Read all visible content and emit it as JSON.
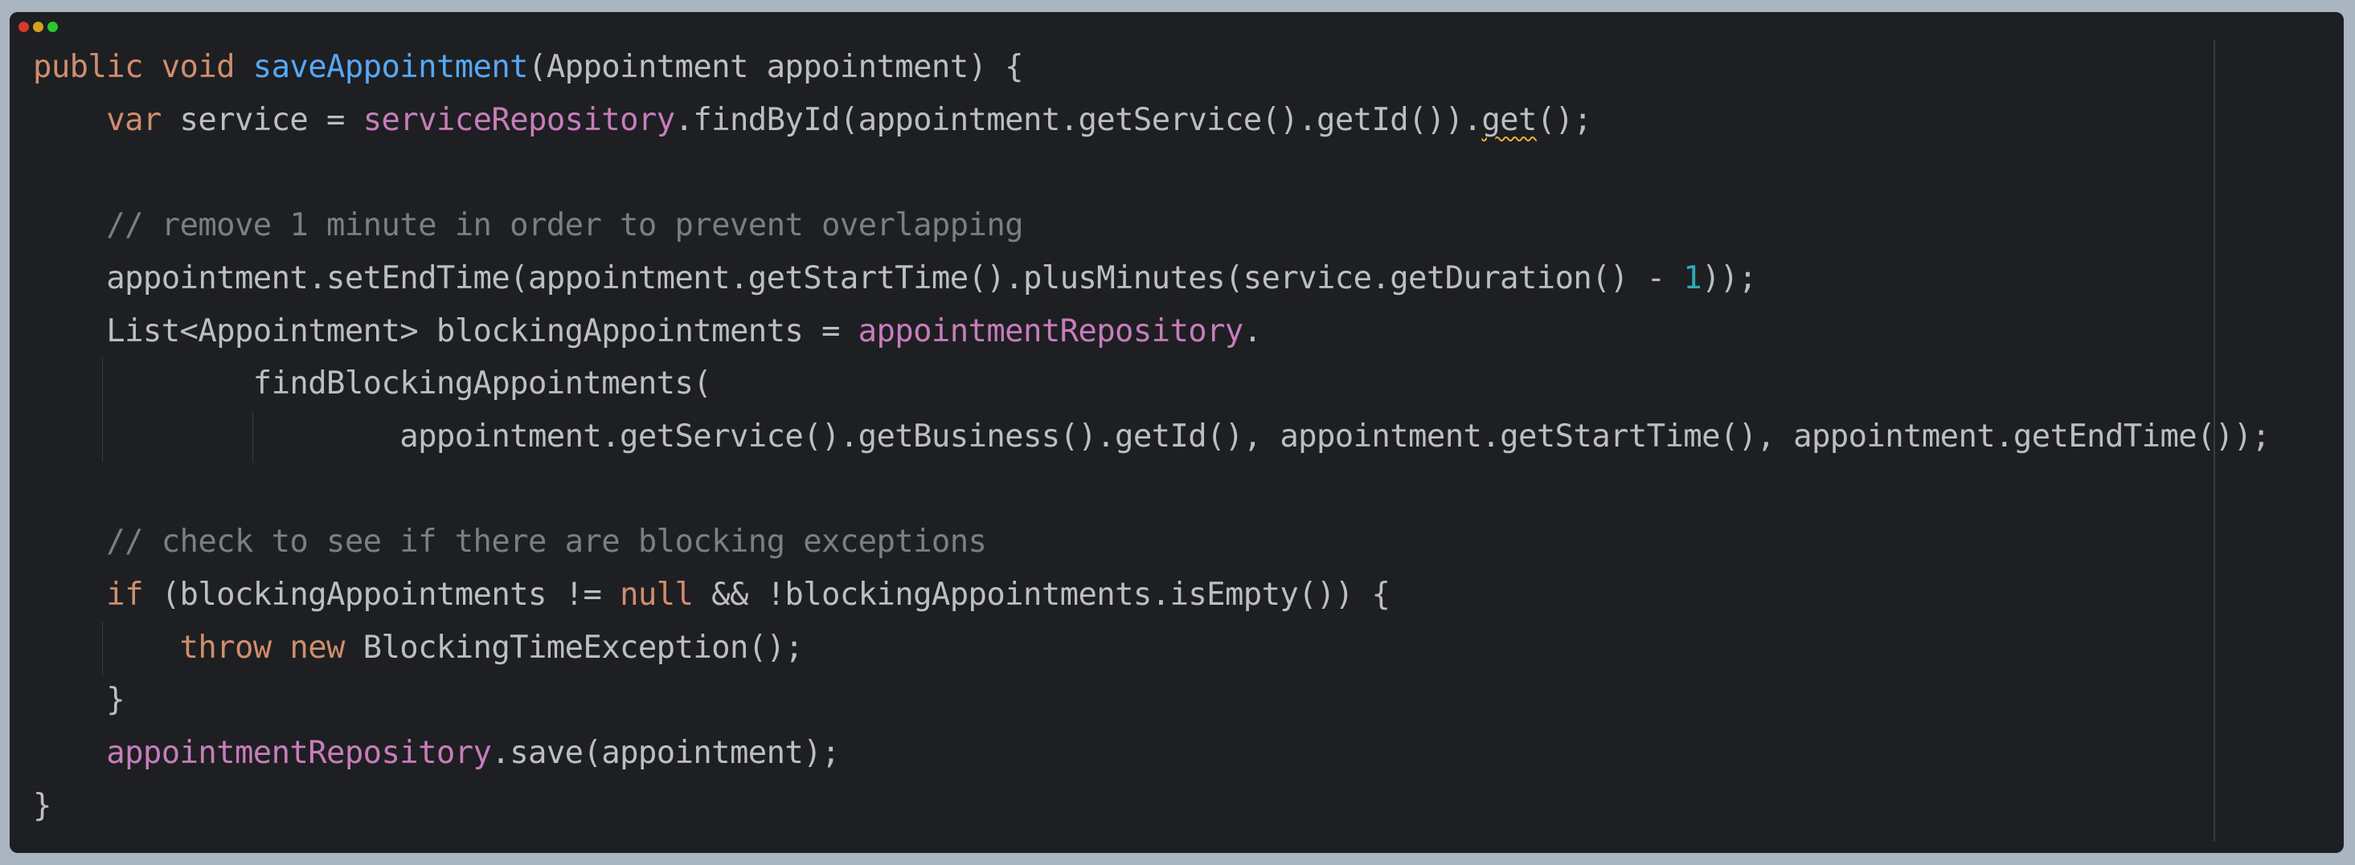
{
  "window_controls": {
    "close": "#d9382b",
    "minimize": "#d4a220",
    "maximize": "#2bc72e"
  },
  "colors": {
    "keyword": "#cf8e6d",
    "function": "#56a8f5",
    "field": "#c77dbb",
    "comment": "#7a7e85",
    "number": "#2aacb8",
    "text": "#bcbec4",
    "background": "#1e1f22"
  },
  "code_lines": [
    [
      [
        "kw",
        "public void "
      ],
      [
        "fn",
        "saveAppointment"
      ],
      [
        "tx",
        "(Appointment appointment) {"
      ]
    ],
    [
      [
        "tx",
        "    "
      ],
      [
        "kw",
        "var"
      ],
      [
        "tx",
        " service = "
      ],
      [
        "fd",
        "serviceRepository"
      ],
      [
        "tx",
        ".findById(appointment.getService().getId())."
      ],
      [
        "warn",
        "get"
      ],
      [
        "tx",
        "();"
      ]
    ],
    [],
    [
      [
        "cm",
        "    // remove 1 minute in order to prevent overlapping"
      ]
    ],
    [
      [
        "tx",
        "    appointment.setEndTime(appointment.getStartTime().plusMinutes(service.getDuration() - "
      ],
      [
        "nm",
        "1"
      ],
      [
        "tx",
        "));"
      ]
    ],
    [
      [
        "tx",
        "    List<Appointment> blockingAppointments = "
      ],
      [
        "fd",
        "appointmentRepository"
      ],
      [
        "tx",
        "."
      ]
    ],
    [
      [
        "tx",
        "            findBlockingAppointments("
      ]
    ],
    [
      [
        "tx",
        "                    appointment.getService().getBusiness().getId(), appointment.getStartTime(), appointment.getEndTime());"
      ]
    ],
    [],
    [
      [
        "cm",
        "    // check to see if there are blocking exceptions"
      ]
    ],
    [
      [
        "tx",
        "    "
      ],
      [
        "kw",
        "if"
      ],
      [
        "tx",
        " (blockingAppointments != "
      ],
      [
        "kw",
        "null"
      ],
      [
        "tx",
        " && !blockingAppointments.isEmpty()) {"
      ]
    ],
    [
      [
        "tx",
        "        "
      ],
      [
        "kw",
        "throw new"
      ],
      [
        "tx",
        " BlockingTimeException();"
      ]
    ],
    [
      [
        "tx",
        "    }"
      ]
    ],
    [
      [
        "tx",
        "    "
      ],
      [
        "fd",
        "appointmentRepository"
      ],
      [
        "tx",
        ".save(appointment);"
      ]
    ],
    [
      [
        "tx",
        "}"
      ]
    ]
  ]
}
